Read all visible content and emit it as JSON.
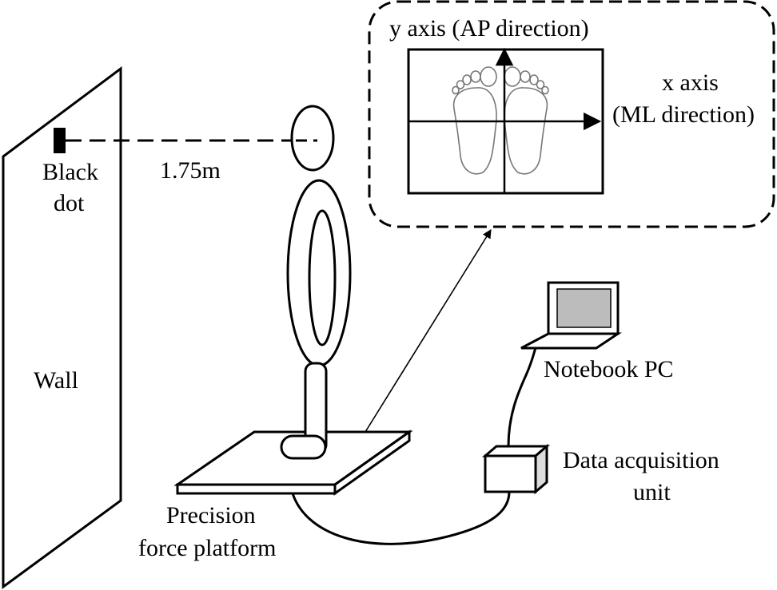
{
  "labels": {
    "black_dot_line1": "Black",
    "black_dot_line2": "dot",
    "distance": "1.75m",
    "wall": "Wall",
    "y_axis": "y axis (AP direction)",
    "x_axis_line1": "x axis",
    "x_axis_line2": "(ML direction)",
    "notebook": "Notebook PC",
    "daq_line1": "Data acquisition",
    "daq_line2": "unit",
    "platform_line1": "Precision",
    "platform_line2": "force platform"
  },
  "colors": {
    "stroke": "#000000",
    "screen": "#bcbcbc",
    "box_side": "#dcdcdc",
    "footprint": "#777777"
  }
}
